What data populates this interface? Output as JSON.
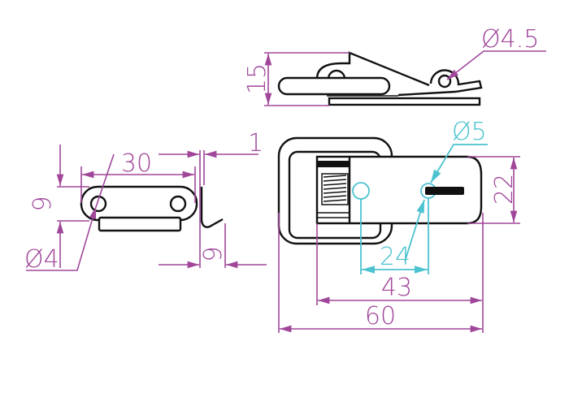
{
  "title": "Latch technical drawing",
  "colors": {
    "dimension": "#a0479a",
    "dimension_cyan": "#4cc3cf",
    "outline": "#111111"
  },
  "top_view": {
    "height_label": "15",
    "roller_diameter_label": "Ø4.5"
  },
  "front_view": {
    "hole_diameter_label": "Ø5",
    "slider_height_label": "22",
    "hole_spacing_label": "24",
    "slider_length_label": "43",
    "overall_length_label": "60"
  },
  "catch_plate": {
    "length_label": "30",
    "height_label": "9",
    "hole_diameter_label": "Ø4",
    "thickness_label": "1",
    "hook_depth_label": "9"
  }
}
